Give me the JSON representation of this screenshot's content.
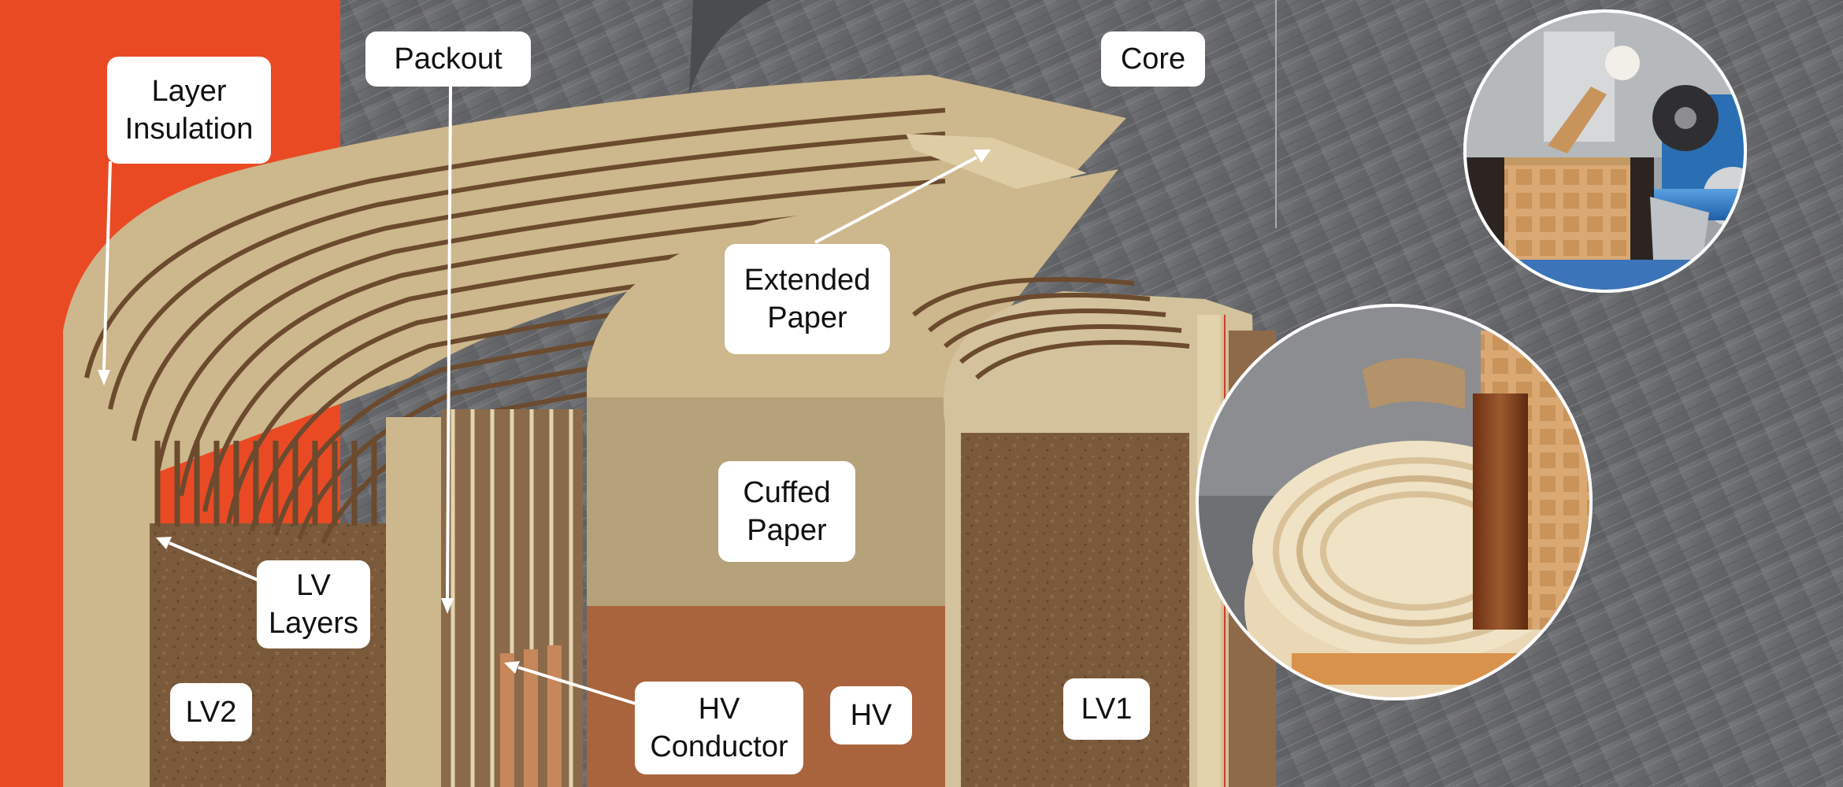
{
  "labels": {
    "layer_insulation": [
      "Layer",
      "Insulation"
    ],
    "packout": [
      "Packout"
    ],
    "core": [
      "Core"
    ],
    "extended_paper": [
      "Extended",
      "Paper"
    ],
    "cuffed_paper": [
      "Cuffed",
      "Paper"
    ],
    "lv_layers": [
      "LV",
      "Layers"
    ],
    "lv2": [
      "LV2"
    ],
    "hv_conductor": [
      "HV",
      "Conductor"
    ],
    "hv": [
      "HV"
    ],
    "lv1": [
      "LV1"
    ]
  },
  "colors": {
    "accent_red": "#e94a24",
    "background_metal": "#6e6f72",
    "paper_tan": "#cdb78c",
    "winding_brown": "#7b5a3c",
    "hv_copper": "#a9643d",
    "label_bg": "#ffffff",
    "arrow": "#ffffff"
  }
}
